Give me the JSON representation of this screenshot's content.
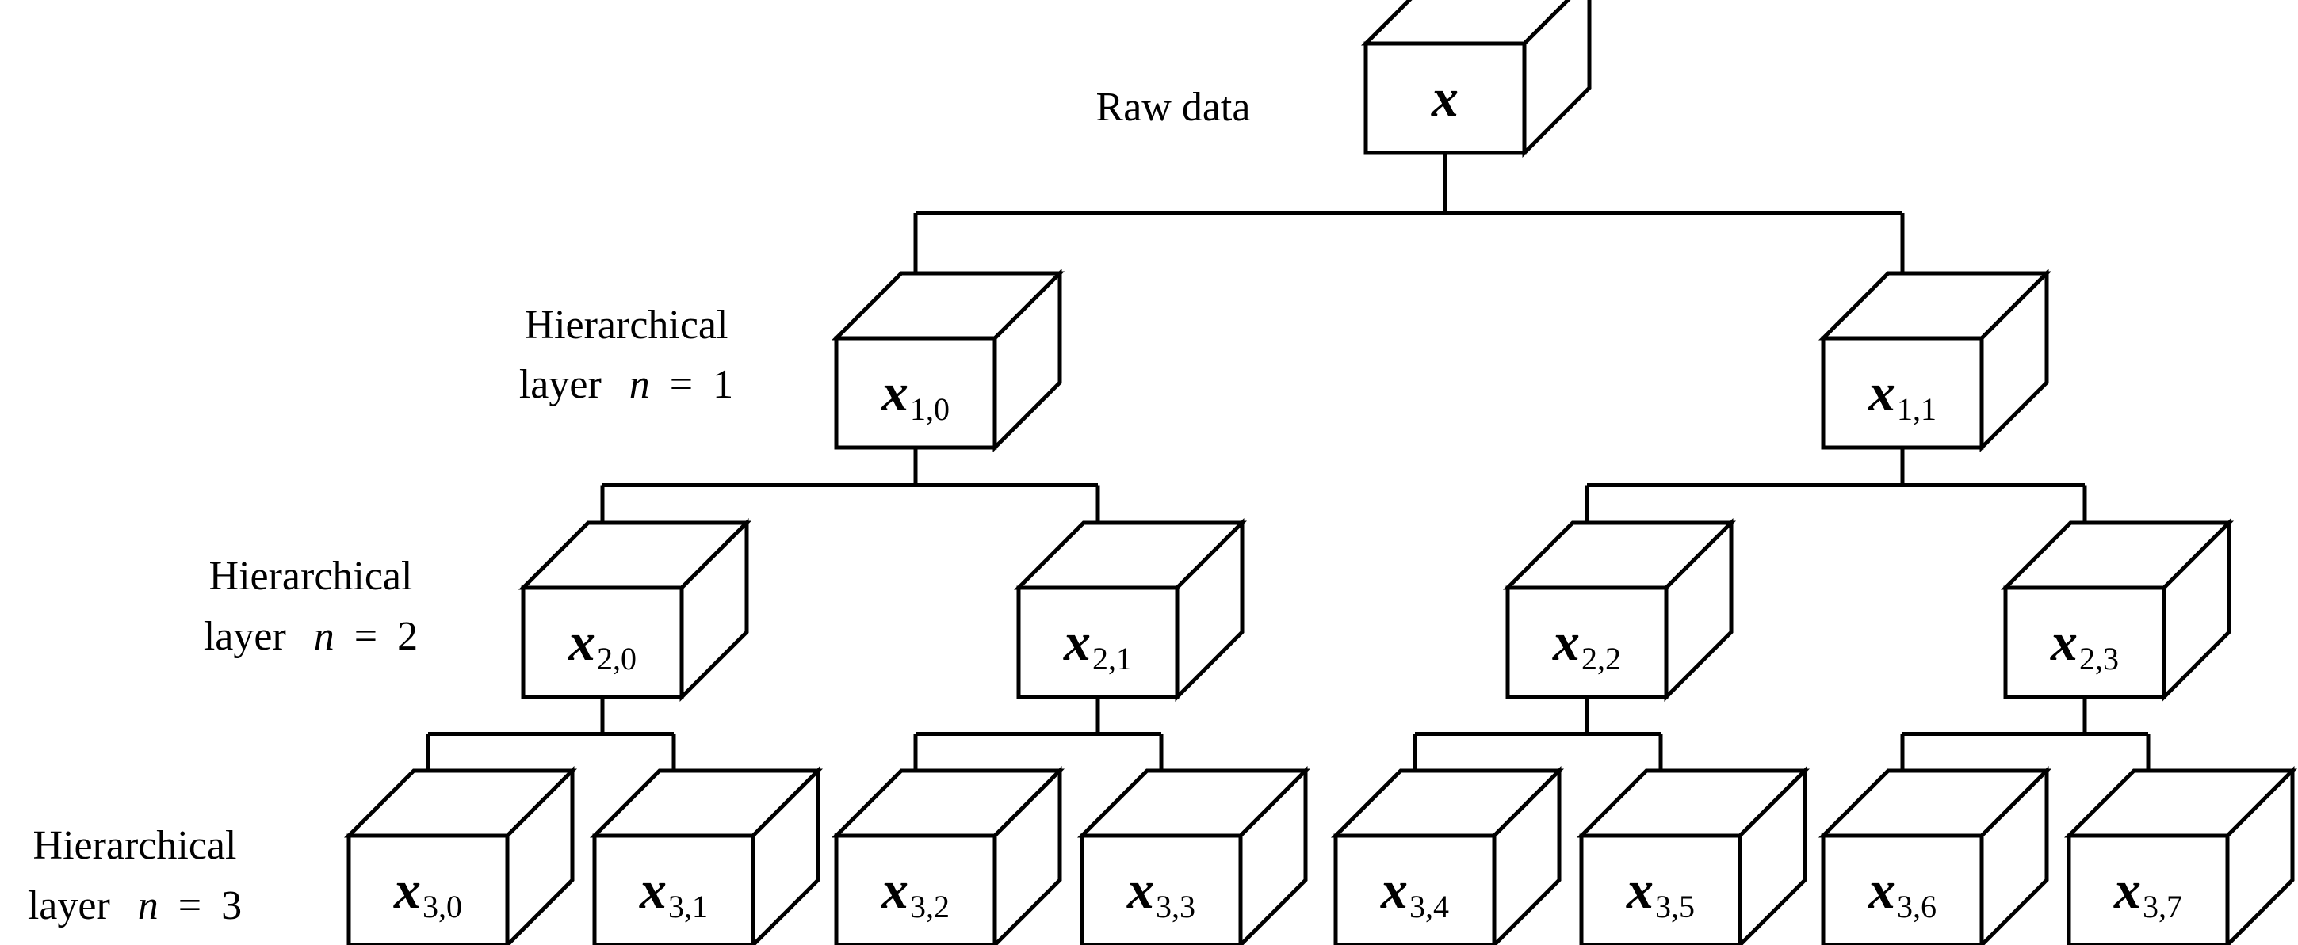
{
  "diagram": {
    "root_label": "Raw data",
    "layer_labels": [
      {
        "line1": "Hierarchical",
        "line2_prefix": "layer",
        "var": "n",
        "eq": "=",
        "value": "1"
      },
      {
        "line1": "Hierarchical",
        "line2_prefix": "layer",
        "var": "n",
        "eq": "=",
        "value": "2"
      },
      {
        "line1": "Hierarchical",
        "line2_prefix": "layer",
        "var": "n",
        "eq": "=",
        "value": "3"
      }
    ],
    "nodes": [
      {
        "id": "x",
        "symbol": "x",
        "sub": ""
      },
      {
        "id": "x1_0",
        "symbol": "x",
        "sub": "1,0"
      },
      {
        "id": "x1_1",
        "symbol": "x",
        "sub": "1,1"
      },
      {
        "id": "x2_0",
        "symbol": "x",
        "sub": "2,0"
      },
      {
        "id": "x2_1",
        "symbol": "x",
        "sub": "2,1"
      },
      {
        "id": "x2_2",
        "symbol": "x",
        "sub": "2,2"
      },
      {
        "id": "x2_3",
        "symbol": "x",
        "sub": "2,3"
      },
      {
        "id": "x3_0",
        "symbol": "x",
        "sub": "3,0"
      },
      {
        "id": "x3_1",
        "symbol": "x",
        "sub": "3,1"
      },
      {
        "id": "x3_2",
        "symbol": "x",
        "sub": "3,2"
      },
      {
        "id": "x3_3",
        "symbol": "x",
        "sub": "3,3"
      },
      {
        "id": "x3_4",
        "symbol": "x",
        "sub": "3,4"
      },
      {
        "id": "x3_5",
        "symbol": "x",
        "sub": "3,5"
      },
      {
        "id": "x3_6",
        "symbol": "x",
        "sub": "3,6"
      },
      {
        "id": "x3_7",
        "symbol": "x",
        "sub": "3,7"
      }
    ],
    "edges": [
      [
        "x",
        "x1_0"
      ],
      [
        "x",
        "x1_1"
      ],
      [
        "x1_0",
        "x2_0"
      ],
      [
        "x1_0",
        "x2_1"
      ],
      [
        "x1_1",
        "x2_2"
      ],
      [
        "x1_1",
        "x2_3"
      ],
      [
        "x2_0",
        "x3_0"
      ],
      [
        "x2_0",
        "x3_1"
      ],
      [
        "x2_1",
        "x3_2"
      ],
      [
        "x2_1",
        "x3_3"
      ],
      [
        "x2_2",
        "x3_4"
      ],
      [
        "x2_2",
        "x3_5"
      ],
      [
        "x2_3",
        "x3_6"
      ],
      [
        "x2_3",
        "x3_7"
      ]
    ]
  }
}
